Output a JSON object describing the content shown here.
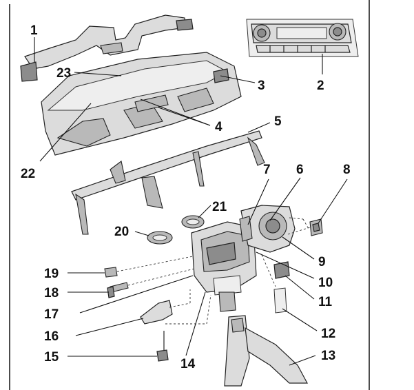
{
  "diagram": {
    "callouts": [
      {
        "id": "1",
        "label": "1"
      },
      {
        "id": "2",
        "label": "2"
      },
      {
        "id": "3",
        "label": "3"
      },
      {
        "id": "4",
        "label": "4"
      },
      {
        "id": "5",
        "label": "5"
      },
      {
        "id": "6",
        "label": "6"
      },
      {
        "id": "7",
        "label": "7"
      },
      {
        "id": "8",
        "label": "8"
      },
      {
        "id": "9",
        "label": "9"
      },
      {
        "id": "10",
        "label": "10"
      },
      {
        "id": "11",
        "label": "11"
      },
      {
        "id": "12",
        "label": "12"
      },
      {
        "id": "13",
        "label": "13"
      },
      {
        "id": "14",
        "label": "14"
      },
      {
        "id": "15",
        "label": "15"
      },
      {
        "id": "16",
        "label": "16"
      },
      {
        "id": "17",
        "label": "17"
      },
      {
        "id": "18",
        "label": "18"
      },
      {
        "id": "19",
        "label": "19"
      },
      {
        "id": "20",
        "label": "20"
      },
      {
        "id": "21",
        "label": "21"
      },
      {
        "id": "22",
        "label": "22"
      },
      {
        "id": "23",
        "label": "23"
      }
    ]
  },
  "colors": {
    "line": "#111111",
    "part_fill": "#dcdcdc",
    "part_shadow": "#8c8c8c",
    "background": "#ffffff"
  }
}
